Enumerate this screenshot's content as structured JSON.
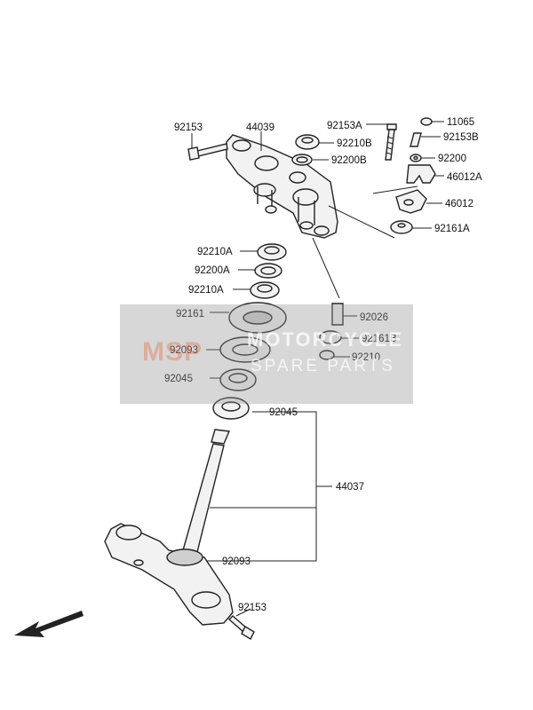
{
  "diagram": {
    "labels": {
      "p92153_top": "92153",
      "p44039": "44039",
      "p92153A": "92153A",
      "p11065": "11065",
      "p92210B": "92210B",
      "p92153B": "92153B",
      "p92200B": "92200B",
      "p92200": "92200",
      "p46012A": "46012A",
      "p46012": "46012",
      "p92161A": "92161A",
      "p92210A_1": "92210A",
      "p92200A": "92200A",
      "p92210A_2": "92210A",
      "p92161": "92161",
      "p92026": "92026",
      "p92161B": "92161B",
      "p92093_1": "92093",
      "p92210": "92210",
      "p92045_1": "92045",
      "p92045_2": "92045",
      "p44037": "44037",
      "p92093_2": "92093",
      "p92153_bottom": "92153"
    },
    "watermark": {
      "logo": "MSP",
      "line1": "MOTORCYCLE",
      "line2": "SPARE PARTS"
    },
    "icons": {
      "direction": "front-arrow-icon"
    }
  }
}
